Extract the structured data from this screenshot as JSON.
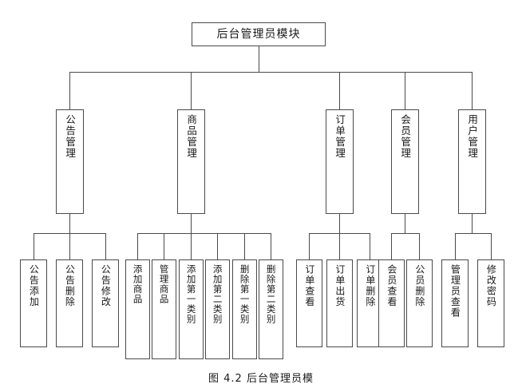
{
  "figure": {
    "caption": "图 4.2 后台管理员模",
    "root": {
      "label": "后台管理员模块"
    },
    "groups": [
      {
        "name": "announcement-management",
        "parent": {
          "label": "公告管理"
        },
        "children": [
          {
            "label": "公告添加"
          },
          {
            "label": "公告删除"
          },
          {
            "label": "公告修改"
          }
        ]
      },
      {
        "name": "product-management",
        "parent": {
          "label": "商品管理"
        },
        "children": [
          {
            "label": "添加商品"
          },
          {
            "label": "管理商品"
          },
          {
            "label": "添加第一类别"
          },
          {
            "label": "添加第二类别"
          },
          {
            "label": "删除第一类别"
          },
          {
            "label": "删除第二类别"
          }
        ]
      },
      {
        "name": "order-management",
        "parent": {
          "label": "订单管理"
        },
        "children": [
          {
            "label": "订单查看"
          },
          {
            "label": "订单出货"
          },
          {
            "label": "订单删除"
          }
        ]
      },
      {
        "name": "member-management",
        "parent": {
          "label": "会员管理"
        },
        "children": [
          {
            "label": "会员查看"
          },
          {
            "label": "公员删除"
          }
        ]
      },
      {
        "name": "user-management",
        "parent": {
          "label": "用户管理"
        },
        "children": [
          {
            "label": "管理员查看"
          },
          {
            "label": "修改密码"
          }
        ]
      }
    ],
    "colors": {
      "stroke": "#4a4a4a",
      "background": "#ffffff",
      "text": "#1a1a1a"
    }
  }
}
